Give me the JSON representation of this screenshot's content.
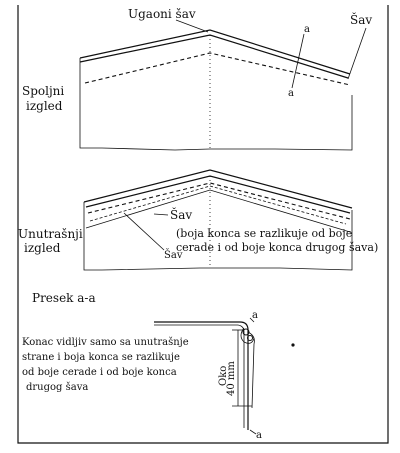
{
  "labels": {
    "corner_seam": "Ugaoni šav",
    "seam_top": "Šav",
    "marker_a_top": "a",
    "marker_a1_top": "a",
    "outer_view_line1": "Spoljni",
    "outer_view_line2": "izgled",
    "inner_view_line1": "Unutrašnji",
    "inner_view_line2": "izgled",
    "seam_mid": "Šav",
    "seam_note_line1": "(boja konca se razlikuje od boje",
    "seam_note_line2": "cerade i od boje konca drugog šava)",
    "seam_bottom": "Šav",
    "section_title": "Presek a-a",
    "visible_note_line1": "Konac vidljiv samo sa unutrašnje",
    "visible_note_line2": "strane i boja konca se razlikuje",
    "visible_note_line3": "od boje cerade i od boje konca",
    "visible_note_line4": "drugog šava",
    "dim_line1": "Oko",
    "dim_line2": "40 mm",
    "marker_a_section": "a",
    "marker_a1_section": "a"
  }
}
